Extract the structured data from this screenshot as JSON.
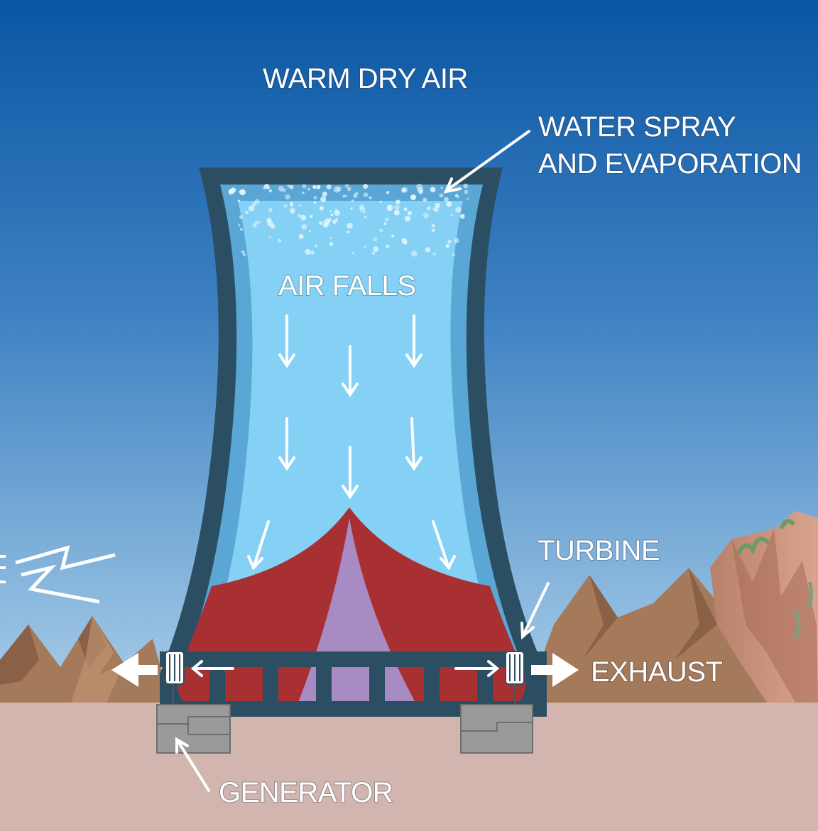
{
  "labels": {
    "warm_dry_air": "WARM DRY AIR",
    "water_spray_line1": "WATER SPRAY",
    "water_spray_line2": "AND EVAPORATION",
    "air_falls": "AIR FALLS",
    "turbine": "TURBINE",
    "exhaust": "EXHAUST",
    "generator": "GENERATOR"
  },
  "colors": {
    "sky_top": "#0a59a6",
    "sky_bottom": "#9fc6e6",
    "ground": "#d1b5ae",
    "tower_wall": "#2c4e63",
    "tower_inner_wall": "#5aa7d6",
    "tower_air": "#84d1f5",
    "hot_air": "#a83033",
    "core_air": "#a98bc4",
    "mountain": "#a57a5a",
    "cliff": "#c8907a",
    "generator": "#9a9a9a",
    "arrow": "#ffffff"
  },
  "icons": [
    "lightning-bolt-icon",
    "turbine-icon",
    "generator-icon",
    "arrow-icon"
  ]
}
